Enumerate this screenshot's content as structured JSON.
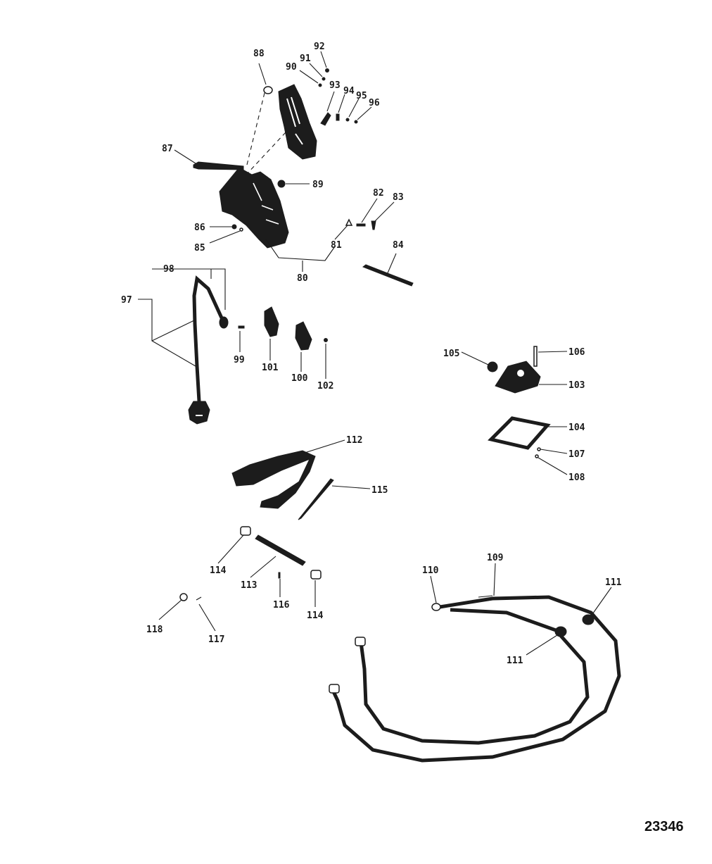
{
  "diagram": {
    "figure_number": "23346",
    "callouts": [
      "80",
      "81",
      "82",
      "83",
      "84",
      "85",
      "86",
      "87",
      "88",
      "89",
      "90",
      "91",
      "92",
      "93",
      "94",
      "95",
      "96",
      "97",
      "98",
      "99",
      "100",
      "101",
      "102",
      "103",
      "104",
      "105",
      "106",
      "107",
      "108",
      "109",
      "110",
      "111",
      "111",
      "112",
      "113",
      "114",
      "114",
      "115",
      "116",
      "117",
      "118"
    ]
  },
  "colors": {
    "ink": "#1c1c1c",
    "paper": "#ffffff"
  }
}
